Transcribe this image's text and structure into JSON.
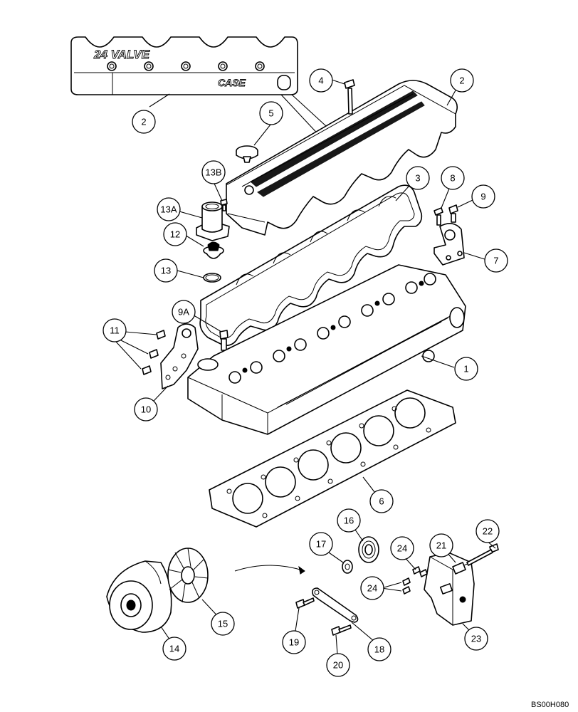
{
  "diagram": {
    "drawing_code": "BS00H080",
    "embossed_text": {
      "valve_cover_model": "24 VALVE",
      "valve_cover_brand": "CASE"
    },
    "callouts": [
      {
        "id": "callout-2-inset",
        "label": "2"
      },
      {
        "id": "callout-2-cover",
        "label": "2"
      },
      {
        "id": "callout-4",
        "label": "4"
      },
      {
        "id": "callout-5",
        "label": "5"
      },
      {
        "id": "callout-3",
        "label": "3"
      },
      {
        "id": "callout-8",
        "label": "8"
      },
      {
        "id": "callout-9",
        "label": "9"
      },
      {
        "id": "callout-13b",
        "label": "13B"
      },
      {
        "id": "callout-13a",
        "label": "13A"
      },
      {
        "id": "callout-12",
        "label": "12"
      },
      {
        "id": "callout-7",
        "label": "7"
      },
      {
        "id": "callout-13",
        "label": "13"
      },
      {
        "id": "callout-9a",
        "label": "9A"
      },
      {
        "id": "callout-11",
        "label": "11"
      },
      {
        "id": "callout-1",
        "label": "1"
      },
      {
        "id": "callout-10",
        "label": "10"
      },
      {
        "id": "callout-6",
        "label": "6"
      },
      {
        "id": "callout-16",
        "label": "16"
      },
      {
        "id": "callout-22",
        "label": "22"
      },
      {
        "id": "callout-17",
        "label": "17"
      },
      {
        "id": "callout-24-top",
        "label": "24"
      },
      {
        "id": "callout-21",
        "label": "21"
      },
      {
        "id": "callout-24-bottom",
        "label": "24"
      },
      {
        "id": "callout-15",
        "label": "15"
      },
      {
        "id": "callout-19",
        "label": "19"
      },
      {
        "id": "callout-18",
        "label": "18"
      },
      {
        "id": "callout-23",
        "label": "23"
      },
      {
        "id": "callout-14",
        "label": "14"
      },
      {
        "id": "callout-20",
        "label": "20"
      }
    ]
  }
}
